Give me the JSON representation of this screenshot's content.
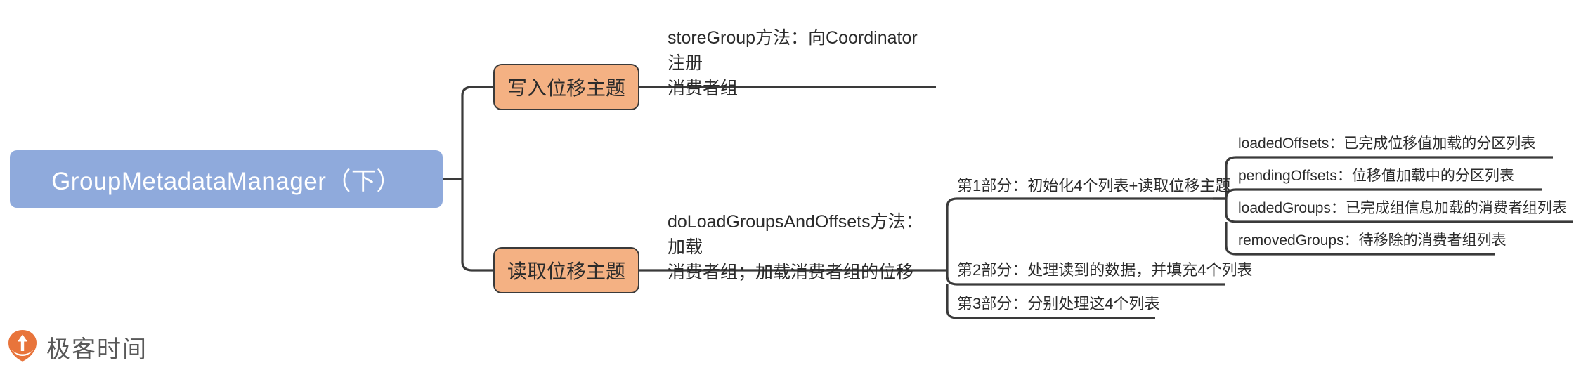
{
  "diagram": {
    "type": "mindmap",
    "title": "GroupMetadataManager（下）",
    "colors": {
      "root_fill": "#8FAADC",
      "root_text": "#FFFFFF",
      "branch_fill": "#F4B183",
      "branch_border": "#3A3A3A",
      "line": "#3A3A3A",
      "text": "#2B2B2B",
      "watermark_logo": "#E8743B",
      "watermark_text": "#595959"
    },
    "root": {
      "label": "GroupMetadataManager（下）"
    },
    "branches": [
      {
        "label": "写入位移主题",
        "description": "storeGroup方法：向Coordinator注册\n消费者组",
        "children": []
      },
      {
        "label": "读取位移主题",
        "description": "doLoadGroupsAndOffsets方法：加载\n消费者组；加载消费者组的位移",
        "children": [
          {
            "label": "第1部分：初始化4个列表+读取位移主题",
            "children": [
              {
                "label": "loadedOffsets：已完成位移值加载的分区列表"
              },
              {
                "label": "pendingOffsets：位移值加载中的分区列表"
              },
              {
                "label": "loadedGroups：已完成组信息加载的消费者组列表"
              },
              {
                "label": "removedGroups：待移除的消费者组列表"
              }
            ]
          },
          {
            "label": "第2部分：处理读到的数据，并填充4个列表",
            "children": []
          },
          {
            "label": "第3部分：分别处理这4个列表",
            "children": []
          }
        ]
      }
    ]
  },
  "watermark": {
    "text": "极客时间",
    "logo_icon": "geektime-logo-icon"
  }
}
